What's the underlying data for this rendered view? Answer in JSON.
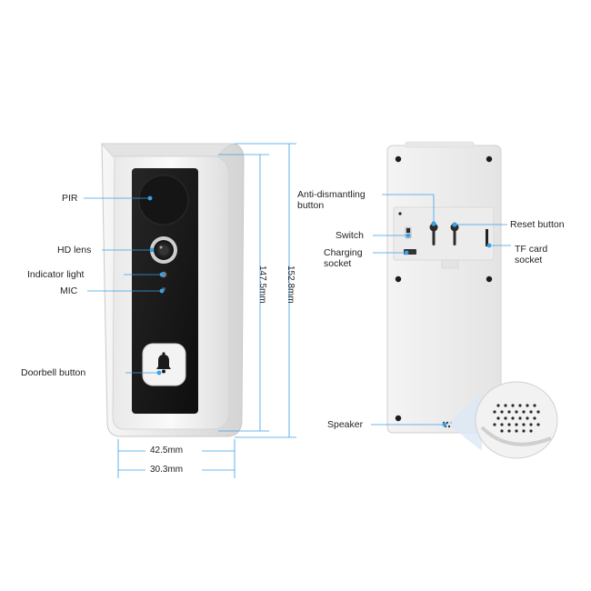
{
  "front_labels": {
    "pir": "PIR",
    "hd_lens": "HD lens",
    "indicator_light": "Indicator light",
    "mic": "MIC",
    "doorbell_button": "Doorbell button"
  },
  "back_labels": {
    "anti_dismantling_line1": "Anti-dismantling",
    "anti_dismantling_line2": "button",
    "switch": "Switch",
    "charging_line1": "Charging",
    "charging_line2": "socket",
    "reset_button": "Reset button",
    "tf_line1": "TF card",
    "tf_line2": "socket",
    "speaker": "Speaker"
  },
  "dimensions": {
    "width_outer": "42.5mm",
    "width_inner": "30.3mm",
    "height_inner": "147.5mm",
    "height_outer": "152.8mm"
  },
  "colors": {
    "accent": "#3aa0e6",
    "panel": "#1a1a1a",
    "shell": "#f2f2f2"
  }
}
